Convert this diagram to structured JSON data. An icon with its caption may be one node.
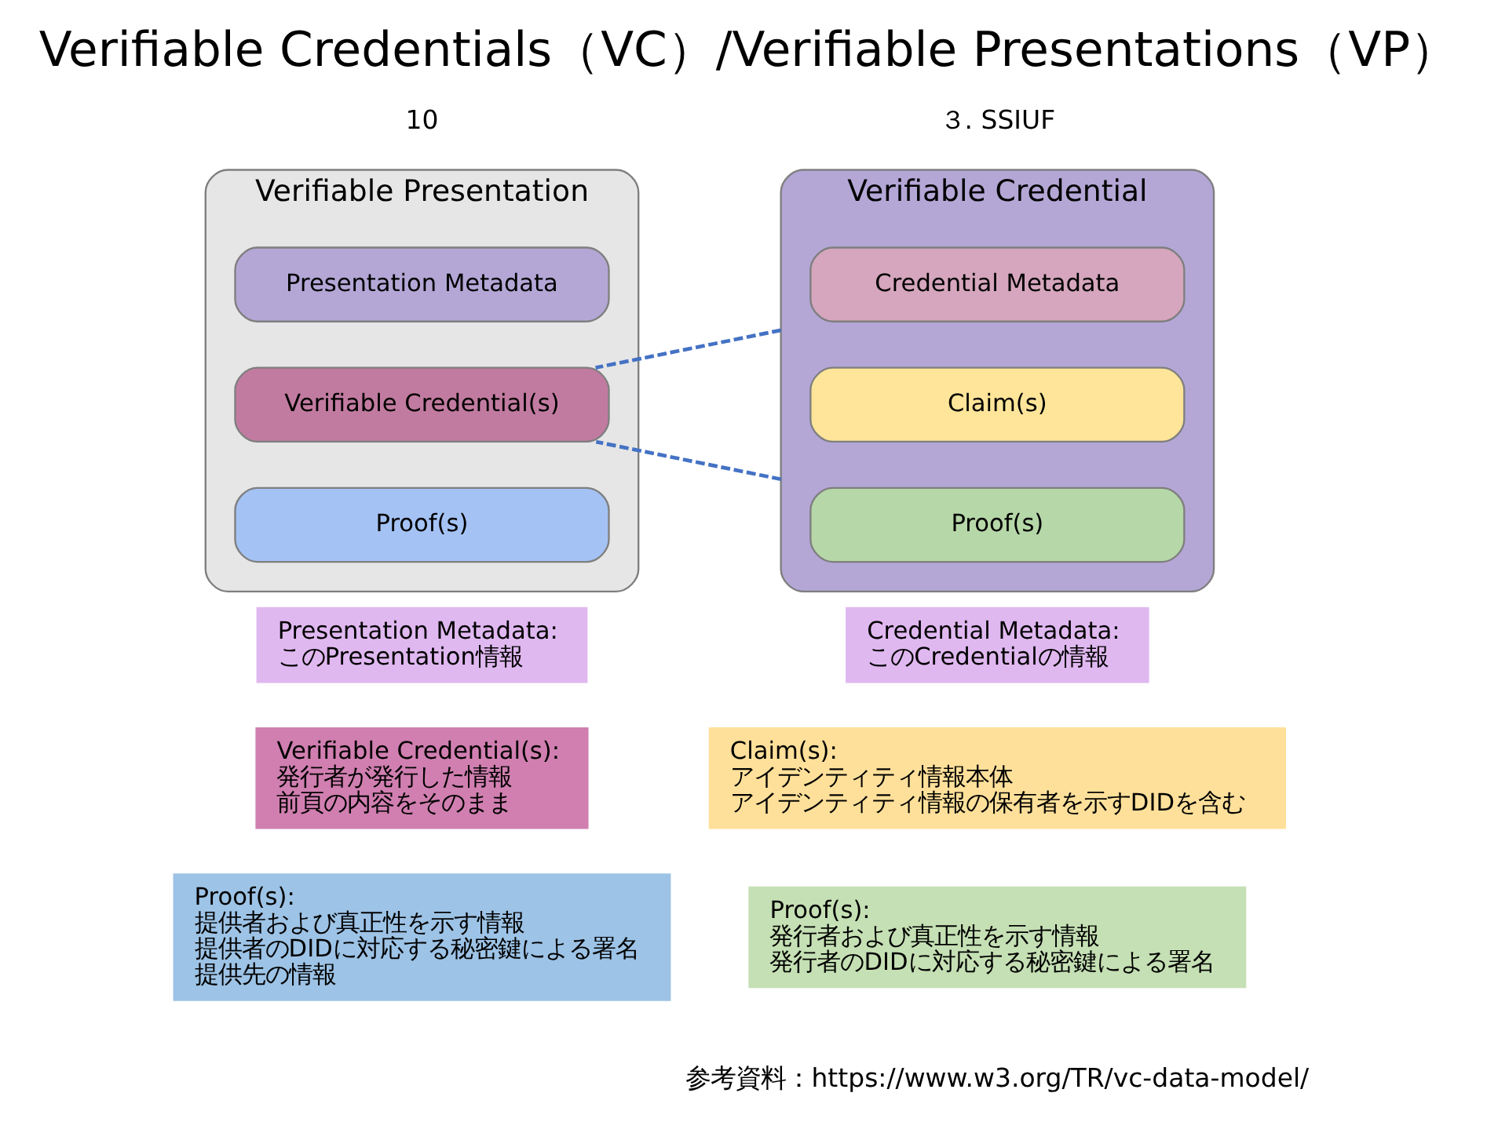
{
  "diagram": {
    "title": "Verifiable Credentials（VC）/Verifiable Presentations（VP）",
    "caption": "参考資料：https://www.w3.org/TR/vc-data-model/",
    "nodes": [
      {
        "text": [
          "Verifiable Credential"
        ]
      },
      {
        "text": [
          "Credential Metadata"
        ],
        "in": 0
      },
      {
        "text": [
          "Claim(s)"
        ],
        "in": 0
      },
      {
        "text": [
          "Proof(s)"
        ],
        "in": 0
      },
      {
        "text": [
          "Verifiable Presentation"
        ]
      },
      {
        "text": [
          "Presentation Metadata"
        ],
        "in": 4
      },
      {
        "text": [
          "Verifiable Credential(s)"
        ],
        "in": 4
      },
      {
        "text": [
          "Proof(s)"
        ],
        "in": 4
      },
      {
        "text": [
          "Credential Metadata:",
          "このCredentialの情報"
        ]
      },
      {
        "text": [
          "Claim(s):",
          "アイデンティティ情報本体",
          "アイデンティティ情報の保有者を示すDIDを含む"
        ]
      },
      {
        "text": [
          "Proof(s):",
          "発行者および真正性を示す情報",
          "発行者のDIDに対応する秘密鍵による署名"
        ]
      },
      {
        "text": [
          "Presentation Metadata:",
          "このPresentation情報"
        ]
      },
      {
        "text": [
          "Verifiable Credential(s):",
          "発行者が発行した情報",
          "前頁の内容をそのまま"
        ]
      },
      {
        "text": [
          "Proof(s):",
          "提供者および真正性を示す情報",
          "提供者のDIDに対応する秘密鍵による署名",
          "提供先の情報"
        ]
      }
    ],
    "edges": [
      {
        "from": 0,
        "to": 6,
        "arrow": "none",
        "style": "dashed"
      },
      {
        "from": 0,
        "to": 6,
        "arrow": "none",
        "style": "dashed"
      }
    ],
    "labels": [
      "３. SSIUF",
      "10"
    ]
  }
}
